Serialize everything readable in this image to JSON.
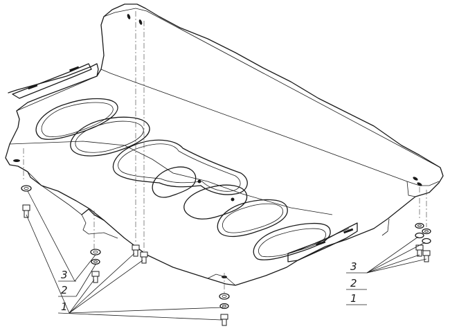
{
  "callouts": {
    "left": {
      "item3": "3",
      "item2": "2",
      "item1": "1"
    },
    "right": {
      "item3": "3",
      "item2": "2",
      "item1": "1"
    }
  }
}
